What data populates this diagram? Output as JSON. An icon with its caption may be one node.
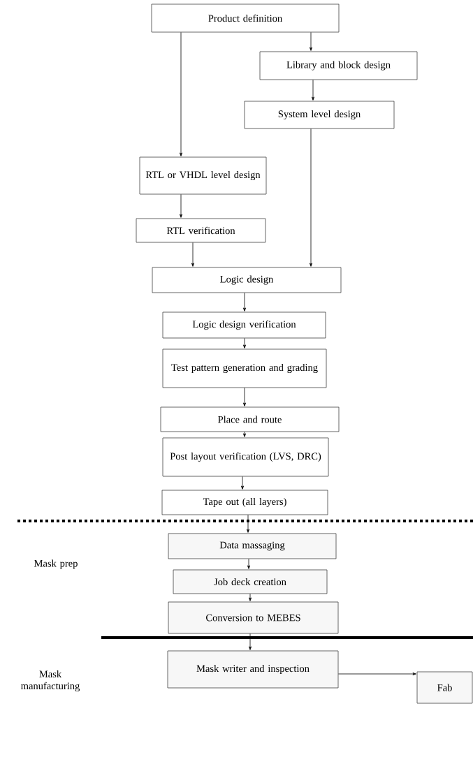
{
  "diagram": {
    "nodes": [
      {
        "text": [
          "Product definition"
        ]
      },
      {
        "text": [
          "Library and block design"
        ]
      },
      {
        "text": [
          "System level design"
        ]
      },
      {
        "text": [
          "RTL or VHDL level design"
        ]
      },
      {
        "text": [
          "RTL verification"
        ]
      },
      {
        "text": [
          "Logic design"
        ]
      },
      {
        "text": [
          "Logic design verification"
        ]
      },
      {
        "text": [
          "Test pattern generation and grading"
        ]
      },
      {
        "text": [
          "Place and route"
        ]
      },
      {
        "text": [
          "Post layout verification (LVS, DRC)"
        ]
      },
      {
        "text": [
          "Tape out (all layers)"
        ]
      },
      {
        "text": [
          "Data massaging"
        ]
      },
      {
        "text": [
          "Job deck creation"
        ]
      },
      {
        "text": [
          "Conversion to MEBES"
        ]
      },
      {
        "text": [
          "Mask writer and inspection"
        ]
      },
      {
        "text": [
          "Fab"
        ]
      }
    ],
    "edges": [
      {
        "from": 0,
        "to": 1,
        "arrow": "to"
      },
      {
        "from": 0,
        "to": 3,
        "arrow": "to"
      },
      {
        "from": 1,
        "to": 2,
        "arrow": "to"
      },
      {
        "from": 3,
        "to": 4,
        "arrow": "to"
      },
      {
        "from": 4,
        "to": 5,
        "arrow": "to"
      },
      {
        "from": 2,
        "to": 5,
        "arrow": "to"
      },
      {
        "from": 5,
        "to": 6,
        "arrow": "to"
      },
      {
        "from": 6,
        "to": 7,
        "arrow": "to"
      },
      {
        "from": 7,
        "to": 8,
        "arrow": "to"
      },
      {
        "from": 8,
        "to": 9,
        "arrow": "to"
      },
      {
        "from": 9,
        "to": 10,
        "arrow": "to"
      },
      {
        "from": 10,
        "to": 11,
        "arrow": "to"
      },
      {
        "from": 11,
        "to": 12,
        "arrow": "to"
      },
      {
        "from": 12,
        "to": 13,
        "arrow": "to"
      },
      {
        "from": 13,
        "to": 14,
        "arrow": "to"
      },
      {
        "from": 14,
        "to": 15,
        "arrow": "to"
      }
    ],
    "labels": [
      "Mask prep",
      "Mask manufacturing"
    ]
  }
}
